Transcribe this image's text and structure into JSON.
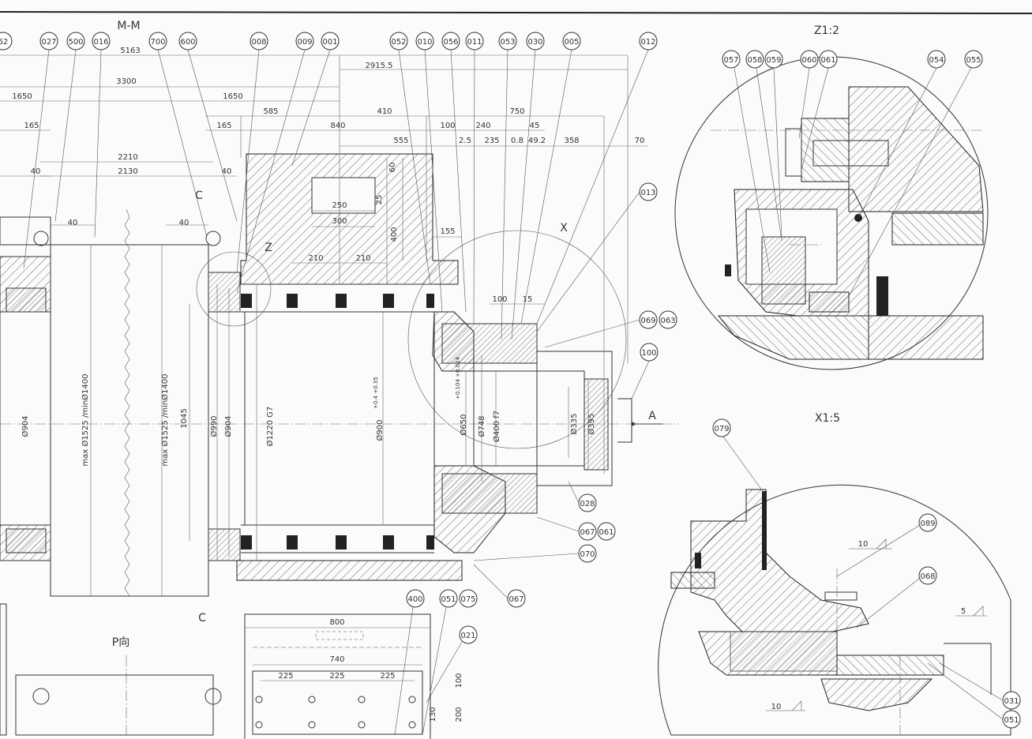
{
  "views": {
    "section_mm": "M-M",
    "detail_z": "Z1:2",
    "detail_x": "X1:5",
    "view_p": "P向",
    "cut_c_top": "C",
    "cut_c_bottom": "C",
    "arrow_a": "A",
    "mark_z": "Z",
    "mark_x": "X"
  },
  "balloons_top": [
    "027",
    "500",
    "016",
    "700",
    "600",
    "008",
    "009",
    "001",
    "052",
    "010",
    "056",
    "011",
    "053",
    "030",
    "005",
    "012"
  ],
  "balloon_left_partial": "62",
  "balloons_right": [
    "013",
    "069",
    "063",
    "100",
    "028",
    "067",
    "061",
    "070",
    "067"
  ],
  "balloons_z": [
    "057",
    "058",
    "059",
    "060",
    "061",
    "054",
    "055"
  ],
  "balloons_x": [
    "079",
    "089",
    "068",
    "031",
    "051"
  ],
  "balloons_bottom": [
    "400",
    "051",
    "075",
    "021"
  ],
  "dims_top": {
    "d5163": "5163",
    "d29155": "2915.5",
    "d3300": "3300",
    "d1650a": "1650",
    "d1650b": "1650",
    "d585": "585",
    "d410": "410",
    "d750": "750",
    "d165a": "165",
    "d165b": "165",
    "d840": "840",
    "d100a": "100",
    "d240": "240",
    "d45": "45",
    "d555": "555",
    "d25": "2.5",
    "d235": "235",
    "d08": "0.8",
    "d492": "49.2",
    "d358": "358",
    "d70": "70",
    "d2210": "2210",
    "d2130": "2130",
    "d40a": "40",
    "d40b": "40",
    "d40c": "40",
    "d40d": "40",
    "d60": "60",
    "d250": "250",
    "d300": "300",
    "d25b": "25",
    "d400": "400",
    "d155": "155",
    "d210a": "210",
    "d210b": "210",
    "d100b": "100",
    "d15": "15"
  },
  "dims_vertical": {
    "dia904a": "Ø904",
    "dia1400a": "max Ø1525 /minØ1400",
    "dia1400b": "max Ø1525 /minØ1400",
    "d1045": "1045",
    "dia990": "Ø990",
    "dia904b": "Ø904",
    "dia1220": "Ø1220 G7",
    "dia900": "Ø900",
    "tol900": "+0.4 +0.35",
    "dia650": "Ø650",
    "tol650": "+0.104 +0.024",
    "dia748": "Ø748",
    "dia400": "Ø400 f7",
    "dia335": "Ø335",
    "dia395": "Ø395"
  },
  "dims_bottom": {
    "d800": "800",
    "d740": "740",
    "d225a": "225",
    "d225b": "225",
    "d225c": "225",
    "d100v": "100",
    "d130": "130",
    "d200": "200"
  },
  "weld_marks": {
    "w10a": "10",
    "w5": "5",
    "w10b": "10"
  }
}
